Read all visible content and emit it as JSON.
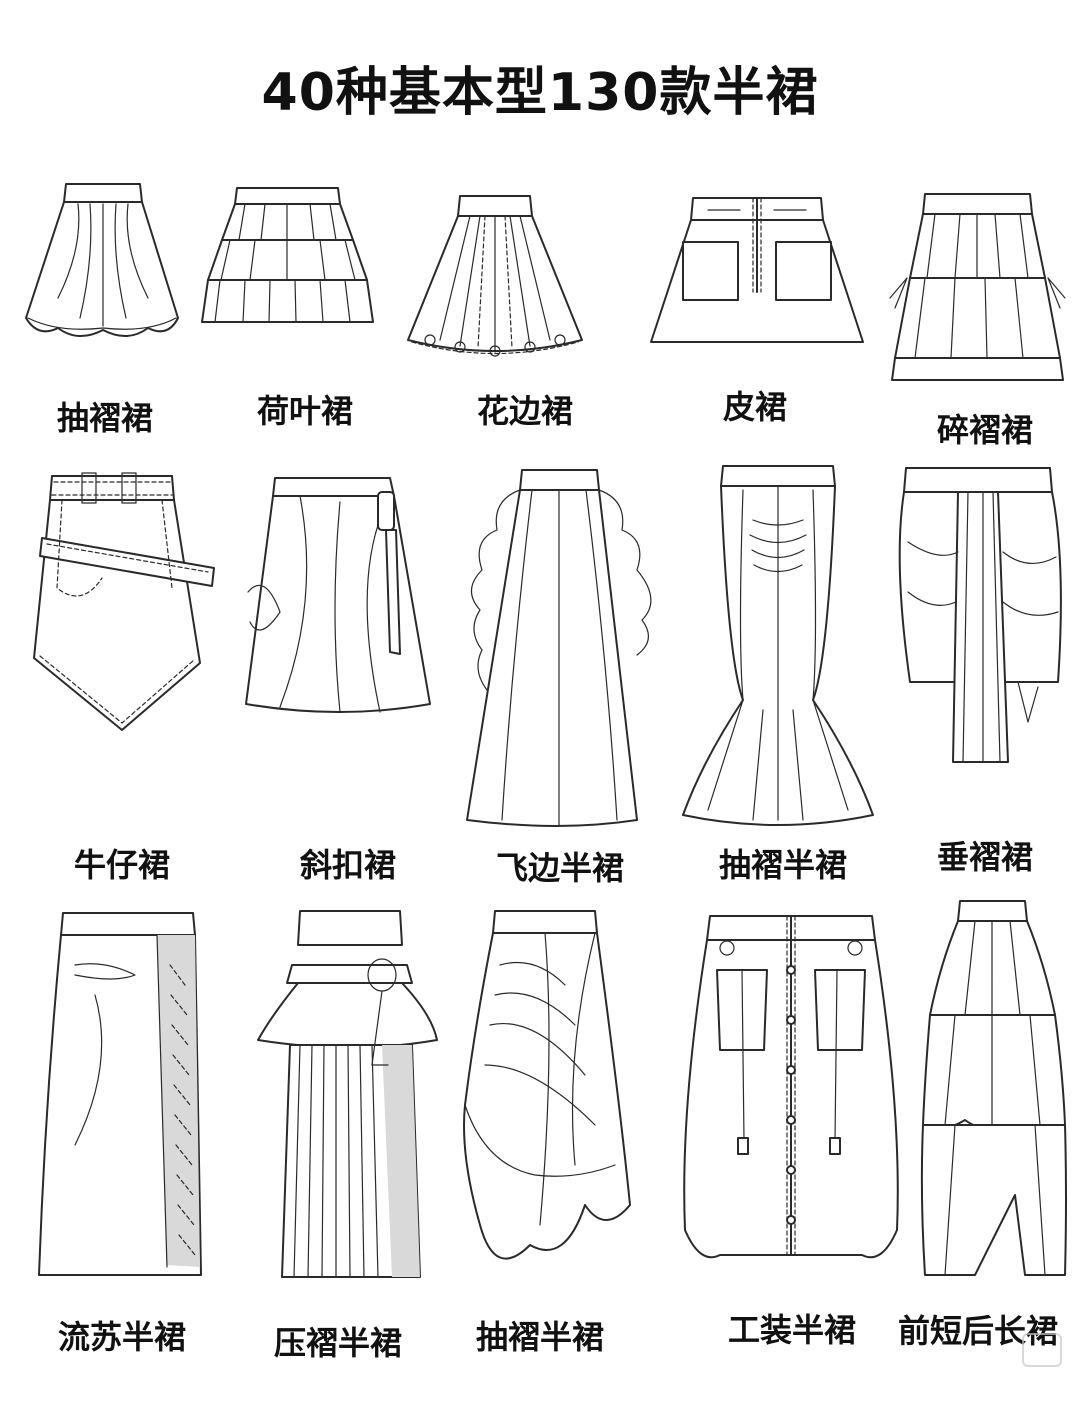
{
  "title": "40种基本型130款半裙",
  "rows": [
    {
      "skirts": [
        {
          "name": "抽褶裙",
          "icon": "gathered-skirt-icon"
        },
        {
          "name": "荷叶裙",
          "icon": "tiered-ruffle-skirt-icon"
        },
        {
          "name": "花边裙",
          "icon": "lace-trim-skirt-icon"
        },
        {
          "name": "皮裙",
          "icon": "leather-skirt-icon"
        },
        {
          "name": "碎褶裙",
          "icon": "tiered-gathered-skirt-icon"
        }
      ]
    },
    {
      "skirts": [
        {
          "name": "牛仔裙",
          "icon": "denim-skirt-icon"
        },
        {
          "name": "斜扣裙",
          "icon": "side-buckle-skirt-icon"
        },
        {
          "name": "飞边半裙",
          "icon": "ruffle-edge-skirt-icon"
        },
        {
          "name": "抽褶半裙",
          "icon": "ruched-mermaid-skirt-icon"
        },
        {
          "name": "垂褶裙",
          "icon": "draped-skirt-icon"
        }
      ]
    },
    {
      "skirts": [
        {
          "name": "流苏半裙",
          "icon": "fringe-wrap-skirt-icon"
        },
        {
          "name": "压褶半裙",
          "icon": "pleated-peplum-skirt-icon"
        },
        {
          "name": "抽褶半裙",
          "icon": "ruched-asymmetric-skirt-icon"
        },
        {
          "name": "工装半裙",
          "icon": "cargo-skirt-icon"
        },
        {
          "name": "前短后长裙",
          "icon": "high-low-skirt-icon"
        }
      ]
    }
  ],
  "watermark_icon": "watermark-icon"
}
